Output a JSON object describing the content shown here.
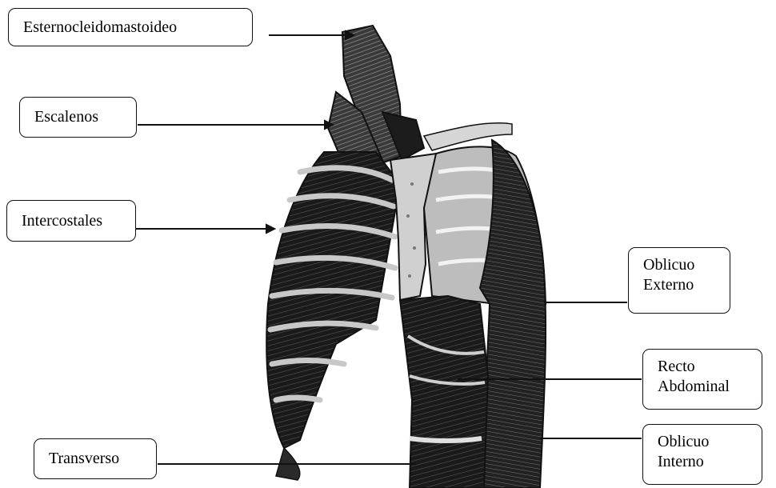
{
  "labels": {
    "esternocleidomastoideo": "Esternocleidomastoideo",
    "escalenos": "Escalenos",
    "intercostales": "Intercostales",
    "transverso": "Transverso",
    "oblicuo_externo": [
      "Oblicuo",
      "Externo"
    ],
    "recto_abdominal": [
      "Recto",
      "Abdominal"
    ],
    "oblicuo_interno": [
      "Oblicuo",
      "Interno"
    ]
  },
  "colors": {
    "line": "#111111",
    "ink_dark": "#141414",
    "bone": "#d4d4d4",
    "rib_light": "#bdbdbd"
  }
}
